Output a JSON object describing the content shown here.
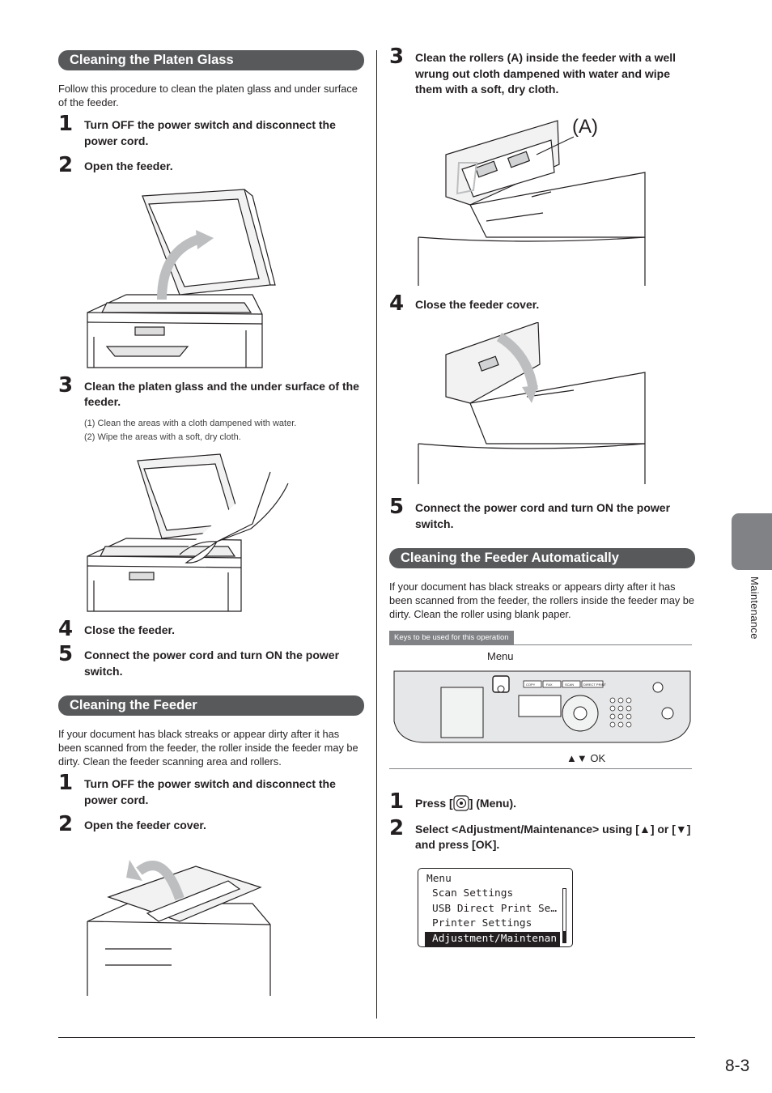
{
  "left": {
    "platen": {
      "heading": "Cleaning the Platen Glass",
      "intro": "Follow this procedure to clean the platen glass and under surface of the feeder.",
      "steps": [
        {
          "num": "1",
          "text": "Turn OFF the power switch and disconnect the power cord."
        },
        {
          "num": "2",
          "text": "Open the feeder."
        },
        {
          "num": "3",
          "text": "Clean the platen glass and the under surface of the feeder."
        },
        {
          "num": "4",
          "text": "Close the feeder."
        },
        {
          "num": "5",
          "text": "Connect the power cord and turn ON the power switch."
        }
      ],
      "substeps": [
        "(1)  Clean the areas with a cloth dampened with water.",
        "(2)  Wipe the areas with a soft, dry cloth."
      ]
    },
    "feeder": {
      "heading": "Cleaning the Feeder",
      "intro": "If your document has black streaks or appear dirty after it has been scanned from the feeder, the roller inside the feeder may be dirty. Clean the feeder scanning area and rollers.",
      "steps": [
        {
          "num": "1",
          "text": "Turn OFF the power switch and disconnect the power cord."
        },
        {
          "num": "2",
          "text": "Open the feeder cover."
        }
      ]
    }
  },
  "right": {
    "steps": [
      {
        "num": "3",
        "text": "Clean the rollers (A) inside the feeder with a well wrung out cloth dampened with water and wipe them with a soft, dry cloth."
      },
      {
        "num": "4",
        "text": "Close the feeder cover."
      },
      {
        "num": "5",
        "text": "Connect the power cord and turn ON the power switch."
      }
    ],
    "callout": "(A)",
    "auto": {
      "heading": "Cleaning the Feeder Automatically",
      "intro": "If your document has black streaks or appears dirty after it has been scanned from the feeder, the rollers inside the feeder may be dirty. Clean the roller using blank paper.",
      "keys_tag": "Keys to be used for this operation",
      "label_menu": "Menu",
      "label_ok": "▲▼ OK",
      "panel_buttons": [
        "COPY",
        "FAX",
        "SCAN",
        "DIRECT PRINT"
      ],
      "step1_num": "1",
      "step1_a": "Press [",
      "step1_b": "] (Menu).",
      "step2_num": "2",
      "step2_a": "Select <Adjustment/Maintenance> using [",
      "step2_b": "] or [",
      "step2_c": "] and press [OK].",
      "lcd": {
        "title": "Menu",
        "items": [
          "Scan Settings",
          "USB Direct Print Se…",
          "Printer Settings"
        ],
        "selected": "Adjustment/Maintenan"
      }
    }
  },
  "sidebar": {
    "label": "Maintenance"
  },
  "page_number": "8-3",
  "colors": {
    "header_bg": "#58595b",
    "tab_bg": "#808285",
    "text": "#231f20"
  }
}
